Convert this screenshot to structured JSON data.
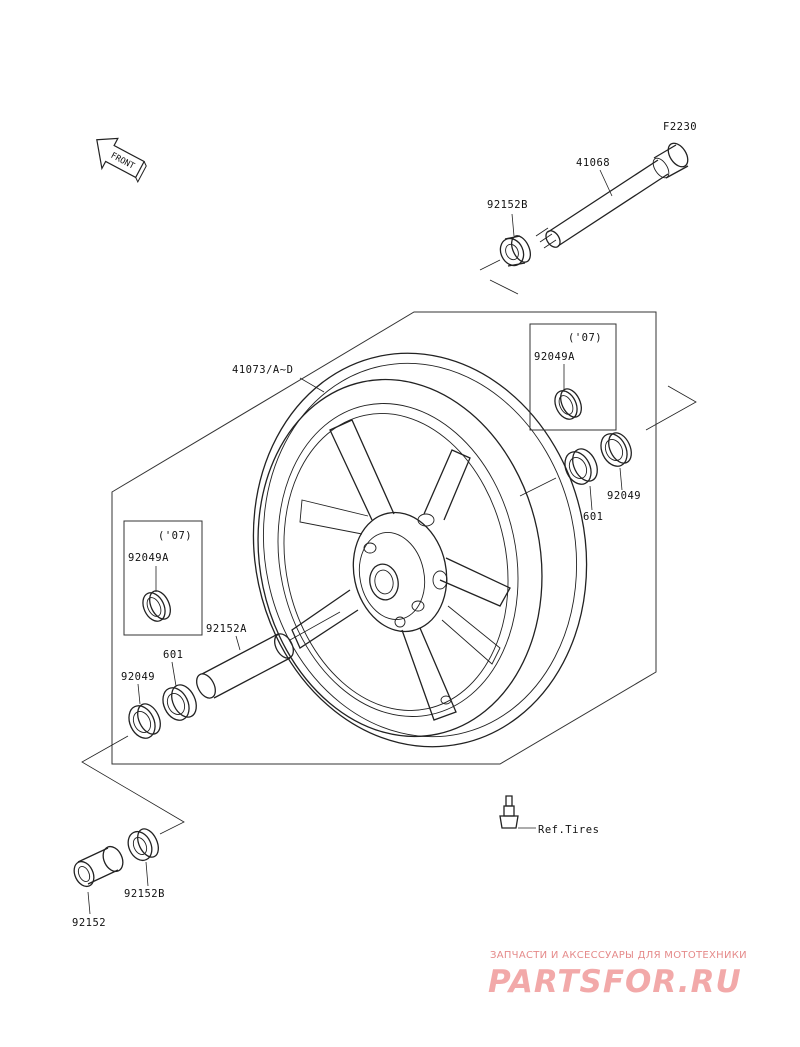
{
  "diagram_code": "F2230",
  "front_indicator": "FRONT",
  "labels": {
    "axle": "41068",
    "collar_top_right": "92152B",
    "wheel": "41073/A~D",
    "year_note_right": "('07)",
    "seal_alt_right": "92049A",
    "bearing_right": "601",
    "seal_right": "92049",
    "year_note_left": "('07)",
    "seal_alt_left": "92049A",
    "spacer": "92152A",
    "bearing_left": "601",
    "seal_left": "92049",
    "collar_bottom_b": "92152B",
    "collar_bottom": "92152",
    "valve_ref": "Ref.Tires"
  },
  "watermark": {
    "tagline": "ЗАПЧАСТИ И АКСЕССУАРЫ ДЛЯ МОТОТЕХНИКИ",
    "logo": "PARTSFOR.RU"
  }
}
